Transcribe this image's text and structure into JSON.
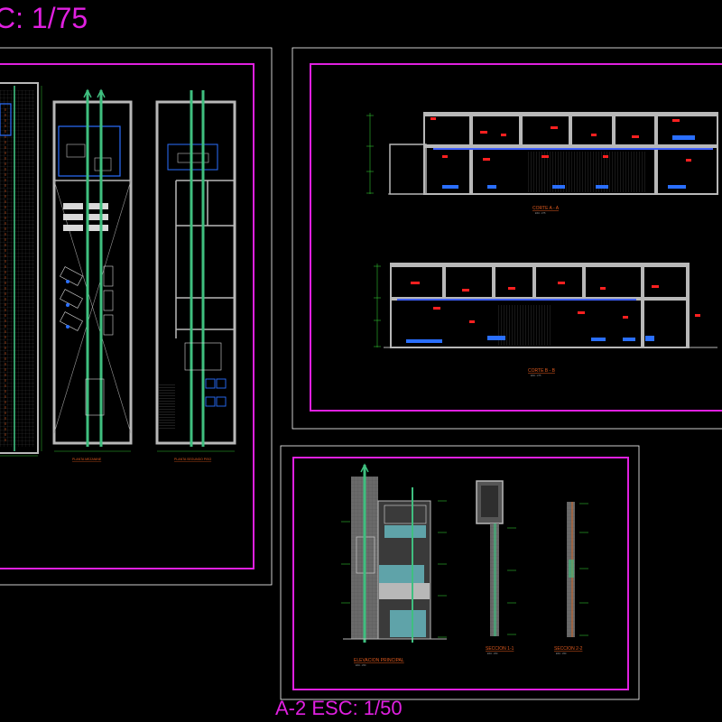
{
  "titles": {
    "sheet1_scale": "C: 1/75",
    "sheet2_scale": "A-2 ESC: 1/50"
  },
  "labels": {
    "planta_mezanine": "PLANTA MEZANINE",
    "planta_segundo_piso": "PLANTA SEGUNDO PISO",
    "corte_aa": "CORTE A - A",
    "corte_bb": "CORTE B - B",
    "elevacion_principal": "ELEVACION PRINCIPAL",
    "seccion_11": "SECCION 1-1",
    "seccion_22": "SECCION 2-2",
    "scale_note": "ESC. 1/75",
    "scale_note_50": "ESC. 1/50"
  },
  "colors": {
    "background": "#000000",
    "sheet_border": "#ffffff",
    "frame": "#e020e0",
    "wall": "#b8b8b8",
    "axis": "#3fbf7f",
    "annotation": "#ff2020",
    "dimension": "#30c030",
    "window": "#4060ff",
    "label": "#e05a1e",
    "furniture": "#2a6fff"
  }
}
